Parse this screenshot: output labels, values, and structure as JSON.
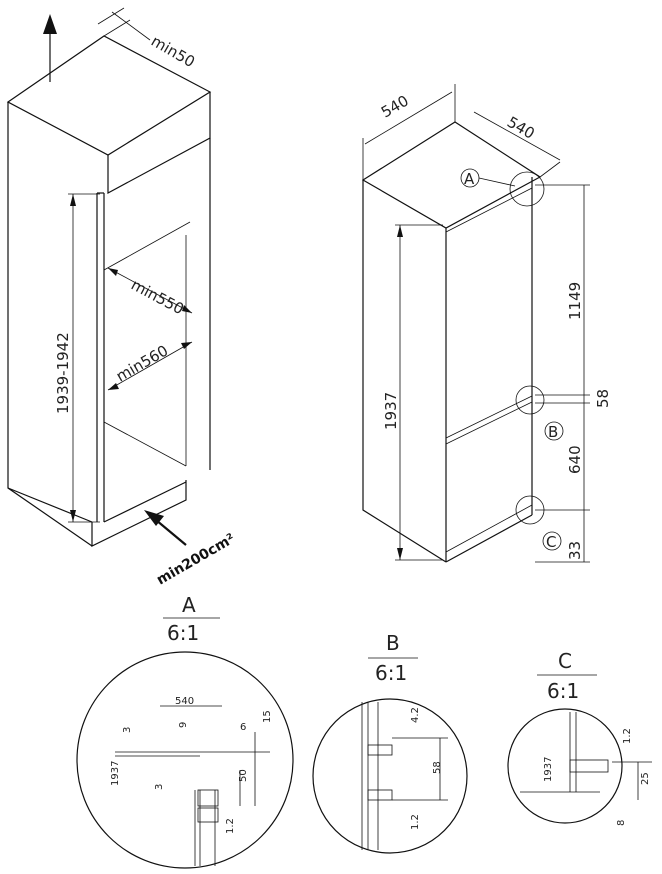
{
  "cabinet": {
    "min_vent_gap": "min50",
    "inner_height": "1939-1942",
    "min_depth": "min550",
    "min_width": "min560",
    "min_vent_area": "min200cm²"
  },
  "appliance": {
    "width": "540",
    "depth": "540",
    "height": "1937",
    "upper_door": "1149",
    "gap": "58",
    "lower_door": "640",
    "bottom": "33",
    "callouts": [
      "A",
      "B",
      "C"
    ]
  },
  "details": [
    {
      "id": "A",
      "scale": "6:1",
      "dims": {
        "d540": "540",
        "d3a": "3",
        "d9": "9",
        "d6": "6",
        "d15": "15",
        "d1937": "1937",
        "d3b": "3",
        "d50": "50",
        "d12": "1.2"
      }
    },
    {
      "id": "B",
      "scale": "6:1",
      "dims": {
        "d42": "4.2",
        "d58": "58",
        "d12": "1.2"
      }
    },
    {
      "id": "C",
      "scale": "6:1",
      "dims": {
        "d1937": "1937",
        "d12": "1.2",
        "d25": "25",
        "d8": "8"
      }
    }
  ]
}
